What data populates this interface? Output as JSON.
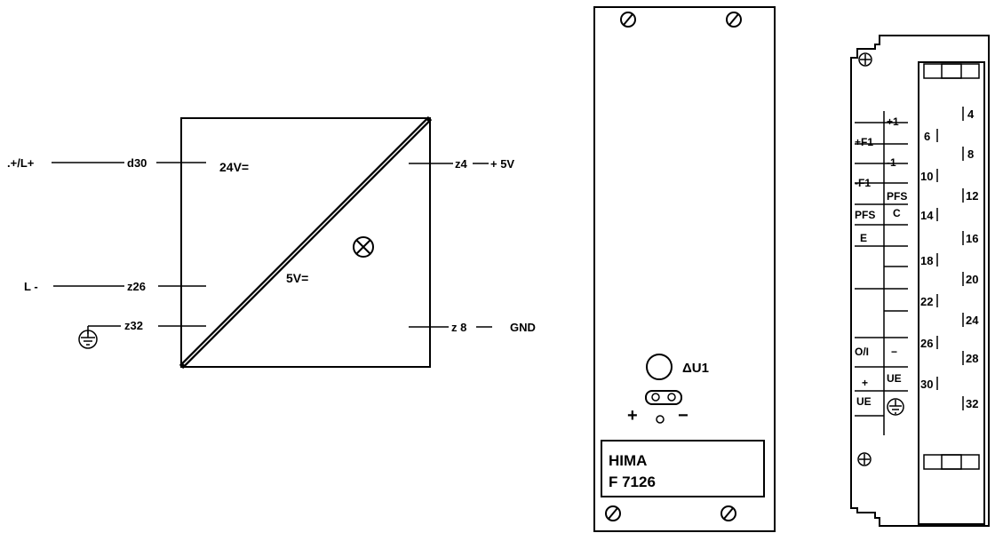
{
  "schematic": {
    "box_top_label": "24V=",
    "box_bottom_label": "5V=",
    "left_pins": [
      {
        "signal": ".+/L+",
        "pin": "d30"
      },
      {
        "signal": "L -",
        "pin": "z26"
      },
      {
        "signal": "",
        "pin": "z32"
      }
    ],
    "right_pins": [
      {
        "pin": "z4",
        "signal": "+ 5V"
      },
      {
        "pin": "z 8",
        "signal": "GND"
      }
    ]
  },
  "front_panel": {
    "indicator_label": "ΔU1",
    "plus_sign": "+",
    "minus_sign": "−",
    "brand": "HIMA",
    "model": "F 7126"
  },
  "connector": {
    "left_labels": [
      "+1",
      "+F1",
      "-1",
      "-F1",
      "PFS",
      "C",
      "PFS",
      "E",
      "O/I",
      "−",
      "UE",
      "+",
      "UE"
    ],
    "even_pins_left": [
      "6",
      "10",
      "14",
      "18",
      "22",
      "26",
      "30"
    ],
    "even_pins_right": [
      "4",
      "8",
      "12",
      "16",
      "20",
      "24",
      "28",
      "32"
    ]
  },
  "colors": {
    "ink": "#000000",
    "paper": "#ffffff"
  }
}
